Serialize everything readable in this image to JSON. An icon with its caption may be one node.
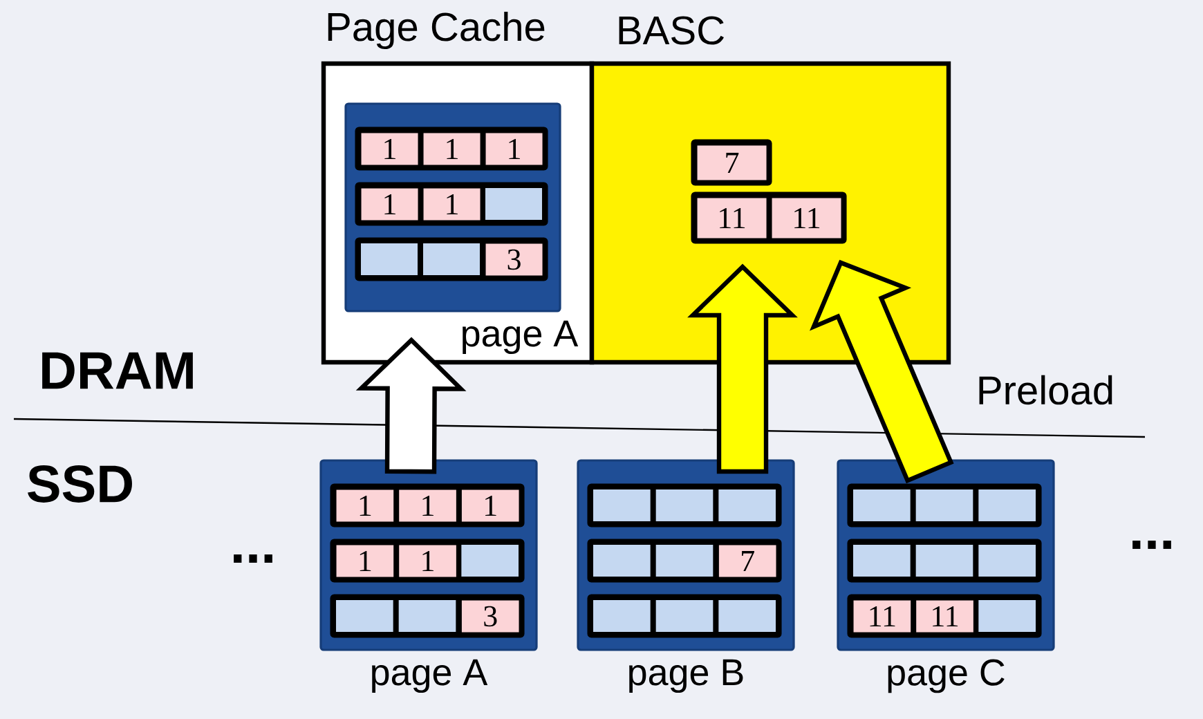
{
  "diagram": {
    "nodes": [
      {
        "text": [
          "Page Cache"
        ]
      },
      {
        "text": [
          "BASC"
        ]
      },
      {
        "text": [],
        "shape": "box",
        "beside": [
          "page A"
        ],
        "in": 0
      },
      {
        "text": [],
        "shape": "box",
        "beside": [
          "page A"
        ]
      },
      {
        "text": [],
        "shape": "box",
        "beside": [
          "page B"
        ]
      },
      {
        "text": [],
        "shape": "box",
        "beside": [
          "page C"
        ]
      }
    ],
    "edges": [
      {
        "from": 3,
        "to": 2,
        "arrow": "to",
        "color": "#ffffff"
      },
      {
        "from": 4,
        "to": 1,
        "arrow": "to"
      },
      {
        "from": 5,
        "to": 1,
        "arrow": "to"
      }
    ],
    "labels": [
      "DRAM",
      "Preload",
      "SSD",
      "...",
      "...",
      "1",
      "1",
      "1",
      "1",
      "1",
      "3",
      "7",
      "11",
      "11",
      "1",
      "1",
      "1",
      "1",
      "1",
      "3",
      "7",
      "11",
      "11"
    ]
  }
}
